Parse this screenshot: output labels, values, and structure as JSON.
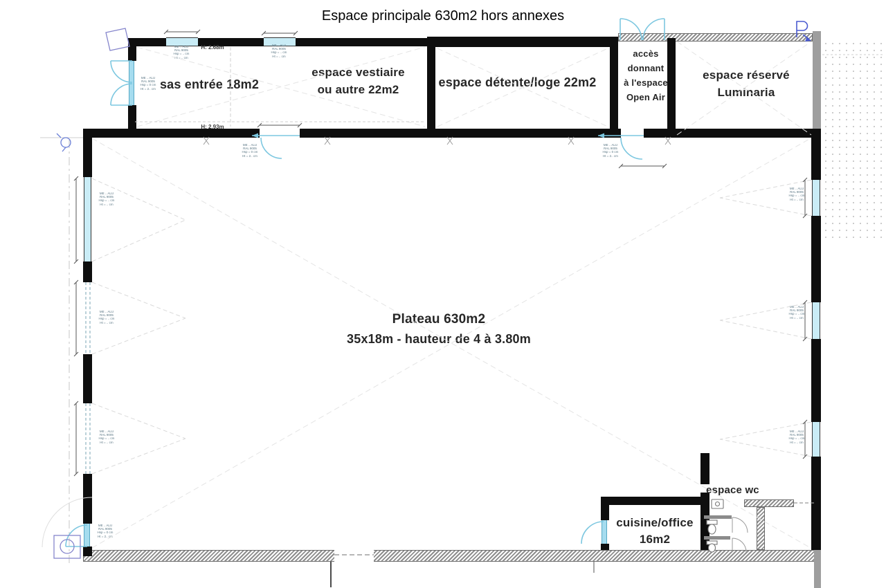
{
  "title": "Espace principale 630m2 hors annexes",
  "rooms": {
    "sas": {
      "label": "sas entrée 18m2"
    },
    "vestiaire": {
      "line1": "espace vestiaire",
      "line2": "ou autre 22m2"
    },
    "detente": {
      "label": "espace détente/loge 22m2"
    },
    "acces": {
      "lines": [
        "accès",
        "donnant",
        "à l'espace",
        "Open Air"
      ]
    },
    "luminaria": {
      "line1": "espace réservé",
      "line2": "Luminaria"
    },
    "plateau": {
      "line1": "Plateau 630m2",
      "line2": "35x18m - hauteur de 4 à 3.80m"
    },
    "cuisine": {
      "line1": "cuisine/office",
      "line2": "16m2"
    },
    "wc": {
      "label": "espace wc"
    }
  },
  "annotations": {
    "height_top": "H: 2.68m",
    "height_bottom": "H: 2.93m",
    "window_note": "ME .. ALU\nRAL 9005\nHsp = .. cm\nHt = .. cm",
    "door_note": "ME .. ALU\nRAL 9005\nHsp = 0 cm\nHt = 2.. cm"
  },
  "colors": {
    "wall": "#0e0e0e",
    "window_blue": "#c9ecf6",
    "door_blue": "#a5dcef",
    "hatch_gray": "#8e8e8e",
    "gray_wall": "#9e9e9e"
  }
}
